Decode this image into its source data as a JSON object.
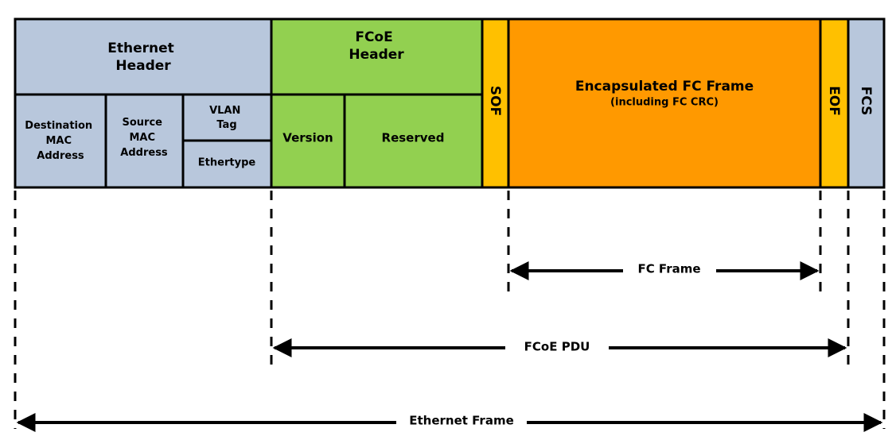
{
  "colors": {
    "ethernet_fill": "#b8c7dc",
    "fcoe_fill": "#92d050",
    "marker_fill": "#ffc000",
    "frame_fill": "#ff9900",
    "fcs_fill": "#b8c7dc",
    "stroke": "#000000"
  },
  "header_row": {
    "ethernet_header": [
      "Ethernet",
      "Header"
    ],
    "fcoe_header": [
      "FCoE",
      "Header"
    ]
  },
  "sub_fields": {
    "destination_mac": [
      "Destination",
      "MAC",
      "Address"
    ],
    "source_mac": [
      "Source",
      "MAC",
      "Address"
    ],
    "vlan_tag": [
      "VLAN",
      "Tag"
    ],
    "ethertype": "Ethertype",
    "version": "Version",
    "reserved": "Reserved"
  },
  "tall_fields": {
    "sof": "SOF",
    "encapsulated_title": "Encapsulated FC Frame",
    "encapsulated_subtitle": "(including FC CRC)",
    "eof": "EOF",
    "fcs": "FCS"
  },
  "spans": {
    "fc_frame": "FC Frame",
    "fcoe_pdu": "FCoE PDU",
    "ethernet_frame": "Ethernet Frame"
  }
}
